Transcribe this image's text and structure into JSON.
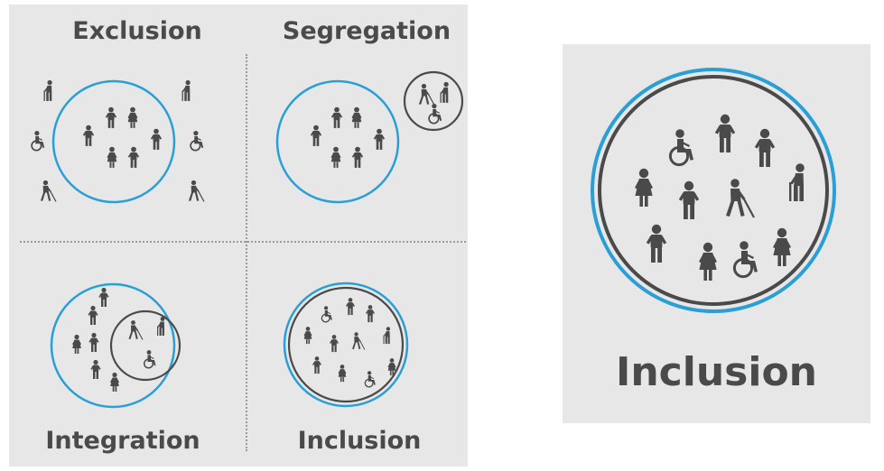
{
  "quadrants": [
    {
      "id": "exclusion",
      "label": "Exclusion"
    },
    {
      "id": "segregation",
      "label": "Segregation"
    },
    {
      "id": "integration",
      "label": "Integration"
    },
    {
      "id": "inclusion",
      "label": "Inclusion"
    }
  ],
  "featured": {
    "label": "Inclusion"
  },
  "colors": {
    "background": "#e7e7e8",
    "accent_blue": "#2a9fd6",
    "figure": "#4a4a4a",
    "divider": "#9a9a9a"
  },
  "icons": [
    "standing-person-icon",
    "person-in-dress-icon",
    "wheelchair-user-icon",
    "cane-user-icon",
    "blind-person-icon"
  ]
}
